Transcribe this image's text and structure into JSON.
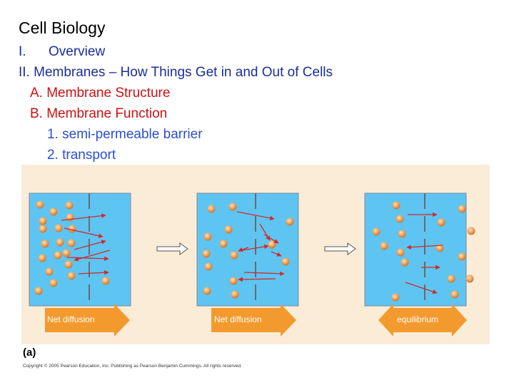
{
  "title": "Cell Biology",
  "outline": {
    "item1_number": "I.",
    "item1_text": "Overview",
    "item2": "II. Membranes – How Things Get in and Out of Cells",
    "item2a": "A. Membrane Structure",
    "item2b": "B. Membrane Function",
    "item2b1": "1. semi-permeable barrier",
    "item2b2": "2. transport"
  },
  "figure": {
    "panel_labels": [
      "Net diffusion",
      "Net diffusion",
      "equilibrium"
    ],
    "label": "(a)",
    "copyright": "Copyright © 2005 Pearson Education, Inc. Publishing as Pearson Benjamin Cummings. All rights reserved."
  },
  "colors": {
    "figure_background": "#fbecd7",
    "chamber_fill": "#5ec4f2",
    "molecule_fill": "#f2a55c",
    "transport_arrow": "#d12a2a",
    "label_arrow": "#f39a2e",
    "outline_blue": "#1a2e9a",
    "outline_red": "#cc1111"
  },
  "icons": [
    "right-arrow-icon",
    "double-arrow-icon",
    "molecule-icon"
  ]
}
